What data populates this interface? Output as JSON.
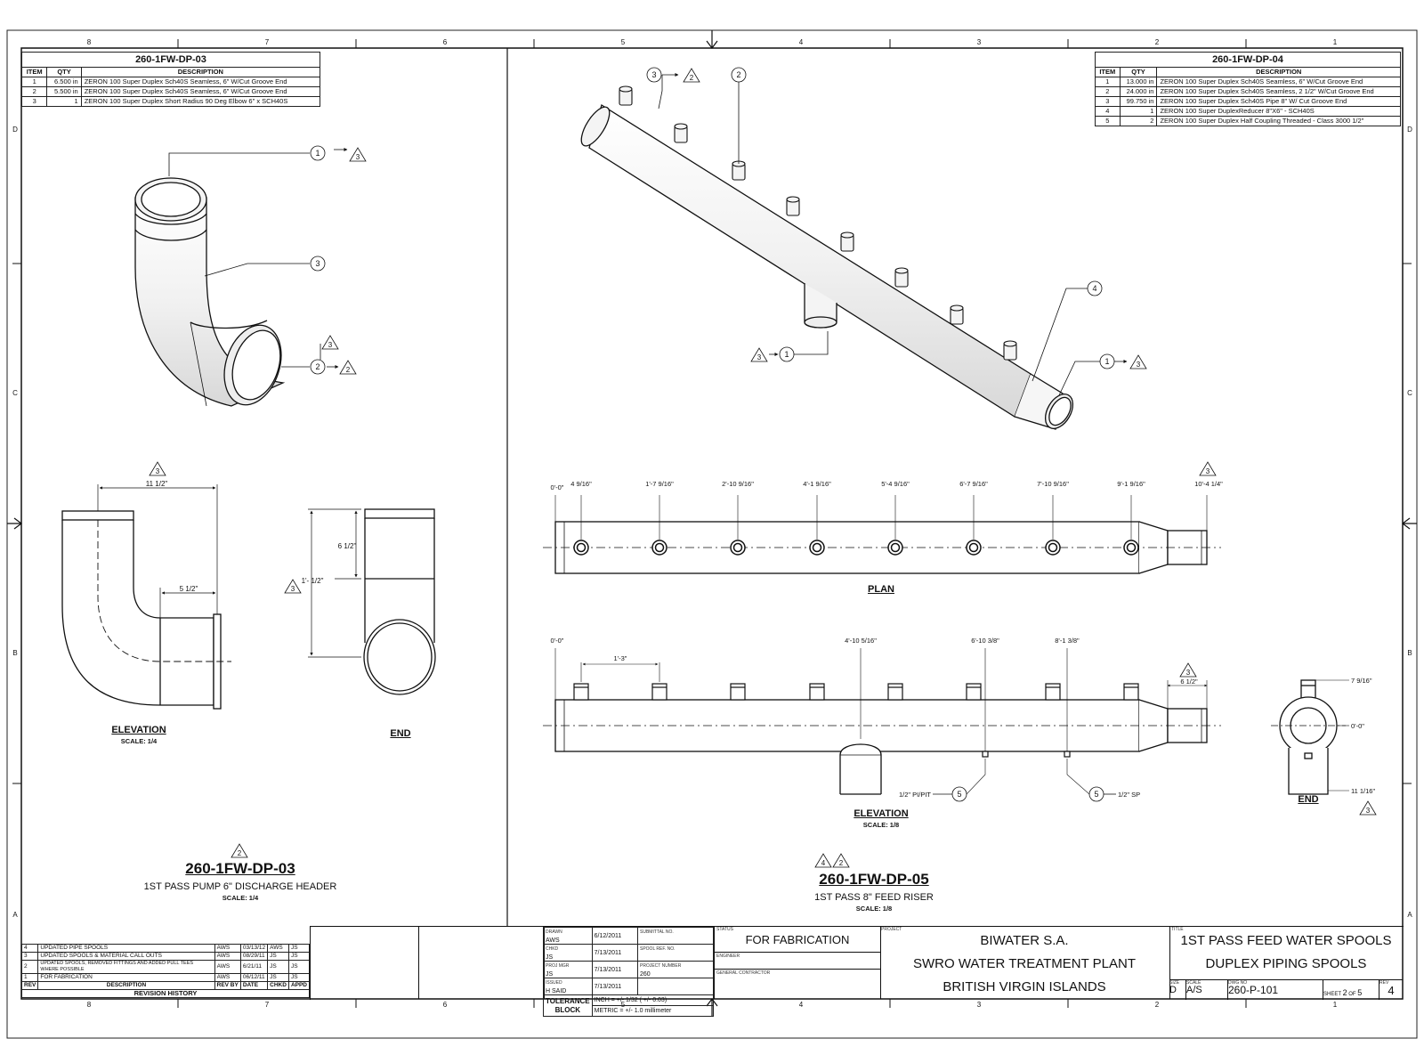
{
  "zones": {
    "cols": [
      "8",
      "7",
      "6",
      "5",
      "4",
      "3",
      "2",
      "1"
    ],
    "rows": [
      "D",
      "C",
      "B",
      "A"
    ]
  },
  "bom_left": {
    "title": "260-1FW-DP-03",
    "headers": [
      "ITEM",
      "QTY",
      "DESCRIPTION"
    ],
    "rows": [
      [
        "1",
        "6.500 in",
        "ZERON 100 Super Duplex Sch40S Seamless, 6\" W/Cut Groove End"
      ],
      [
        "2",
        "5.500 in",
        "ZERON 100 Super Duplex Sch40S Seamless, 6\" W/Cut Groove End"
      ],
      [
        "3",
        "1",
        "ZERON 100 Super Duplex Short Radius 90 Deg Elbow 6\" x SCH40S"
      ]
    ]
  },
  "bom_right": {
    "title": "260-1FW-DP-04",
    "headers": [
      "ITEM",
      "QTY",
      "DESCRIPTION"
    ],
    "rows": [
      [
        "1",
        "13.000 in",
        "ZERON 100 Super Duplex Sch40S Seamless, 6\" W/Cut Groove End"
      ],
      [
        "2",
        "24.000 in",
        "ZERON 100 Super Duplex Sch40S Seamless, 2 1/2\" W/Cut Groove End"
      ],
      [
        "3",
        "99.750 in",
        "ZERON 100 Super Duplex Sch40S Pipe 8\" W/ Cut Groove End"
      ],
      [
        "4",
        "1",
        "ZERON 100 Super DuplexReducer 8\"X6\" - SCH40S"
      ],
      [
        "5",
        "2",
        "ZERON 100 Super Duplex Half Coupling Threaded - Class 3000 1/2\""
      ]
    ]
  },
  "left_view": {
    "elevation_title": "ELEVATION",
    "elevation_scale": "SCALE: 1/4",
    "end_title": "END",
    "dim_width": "11 1/2\"",
    "dim_leg": "5 1/2\"",
    "dim_top": "6 1/2\"",
    "dim_height": "1'- 1/2\"",
    "drawing_no": "260-1FW-DP-03",
    "desc": "1ST PASS PUMP 6\" DISCHARGE HEADER",
    "scale": "SCALE: 1/4",
    "rev_mark": "2"
  },
  "right_view": {
    "plan_title": "PLAN",
    "elevation_title": "ELEVATION",
    "elevation_scale": "SCALE: 1/8",
    "end_title": "END",
    "plan_dims": [
      "0'-0\"",
      "4 9/16\"",
      "1'-7 9/16\"",
      "2'-10 9/16\"",
      "4'-1 9/16\"",
      "5'-4 9/16\"",
      "6'-7 9/16\"",
      "7'-10 9/16\"",
      "9'-1 9/16\"",
      "10'-4 1/4\""
    ],
    "elev_zero": "0'-0\"",
    "elev_pitch": "1'-3\"",
    "elev_branch": "4'-10 5/16\"",
    "elev_coupling1": "6'-10 3/8\"",
    "elev_coupling2": "8'-1 3/8\"",
    "elev_reducer": "6 1/2\"",
    "coupling1_note": "1/2\" PI/PIT",
    "coupling2_note": "1/2\" SP",
    "end_top": "7 9/16\"",
    "end_mid": "0'-0\"",
    "end_bot": "11 1/16\"",
    "drawing_no": "260-1FW-DP-05",
    "desc": "1ST PASS 8\" FEED RISER",
    "scale": "SCALE: 1/8",
    "rev_marks": [
      "4",
      "2"
    ]
  },
  "balloons": {
    "one": "1",
    "two": "2",
    "three": "3",
    "four": "4",
    "five": "5"
  },
  "revision_history": {
    "title": "REVISION HISTORY",
    "headers": [
      "REV",
      "DESCRIPTION",
      "REV BY",
      "DATE",
      "CHKD",
      "APPD"
    ],
    "rows": [
      [
        "4",
        "UPDATED PIPE SPOOLS",
        "AWS",
        "03/13/12",
        "AWS",
        "JS"
      ],
      [
        "3",
        "UPDATED SPOOLS & MATERIAL CALL OUTS",
        "AWS",
        "08/29/11",
        "JS",
        "JS"
      ],
      [
        "2",
        "UPDATED SPOOLS, REMOVED FITTINGS AND ADDED PULL TEES WHERE POSSIBLE",
        "AWS",
        "6/21/11",
        "JS",
        "JS"
      ],
      [
        "1",
        "FOR FABRICATION",
        "AWS",
        "06/12/11",
        "JS",
        "JS"
      ]
    ]
  },
  "title_block": {
    "drawn_label": "DRAWN",
    "drawn_by": "AWS",
    "drawn_date": "6/12/2011",
    "chkd_label": "CHKD",
    "chkd_by": "JS",
    "chkd_date": "7/13/2011",
    "proj_label": "PROJ MGR",
    "proj_by": "JS",
    "proj_date": "7/13/2011",
    "issued_label": "ISSUED",
    "issued_by": "H SAID",
    "issued_date": "7/13/2011",
    "submittal_label": "SUBMITTAL NO.",
    "spool_label": "SPOOL REF. NO.",
    "project_no_label": "PROJECT NUMBER",
    "project_no": "260",
    "tolerance_label": "TOLERANCE BLOCK",
    "tol_inch": "INCH = +/- 1/32 ( +/- 0.03)",
    "tol_metric": "METRIC = +/- 1.0 millimeter",
    "status_label": "STATUS",
    "status": "FOR FABRICATION",
    "engineer_label": "ENGINEER",
    "contractor_label": "GENERAL CONTRACTOR",
    "project_label": "PROJECT",
    "company": "BIWATER S.A.",
    "plant": "SWRO WATER TREATMENT PLANT",
    "location": "BRITISH VIRGIN ISLANDS",
    "title_label": "TITLE",
    "title1": "1ST PASS FEED WATER SPOOLS",
    "title2": "DUPLEX PIPING SPOOLS",
    "size_label": "SIZE",
    "size": "D",
    "scale_label": "SCALE",
    "scale": "A/S",
    "dwg_label": "DWG NO",
    "dwg_no": "260-P-101",
    "sheet_label": "SHEET",
    "sheet_no": "2",
    "sheet_of": "OF",
    "sheet_total": "5",
    "rev_label": "REV",
    "rev": "4"
  }
}
